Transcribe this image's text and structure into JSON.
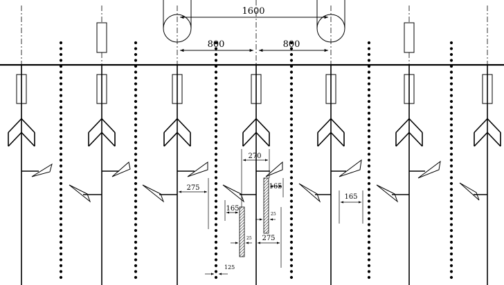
{
  "dimensions": {
    "top_span": "1600",
    "half_left": "800",
    "half_right": "800",
    "d270": "270",
    "d275_left": "275",
    "d165_right": "165",
    "d165_center_left": "165",
    "d165_center_right": "165",
    "d25_a": "25",
    "d25_b": "25",
    "d275_center": "275",
    "d125": "125"
  },
  "colors": {
    "line": "#000000",
    "hatch": "#000000",
    "background": "#ffffff"
  }
}
